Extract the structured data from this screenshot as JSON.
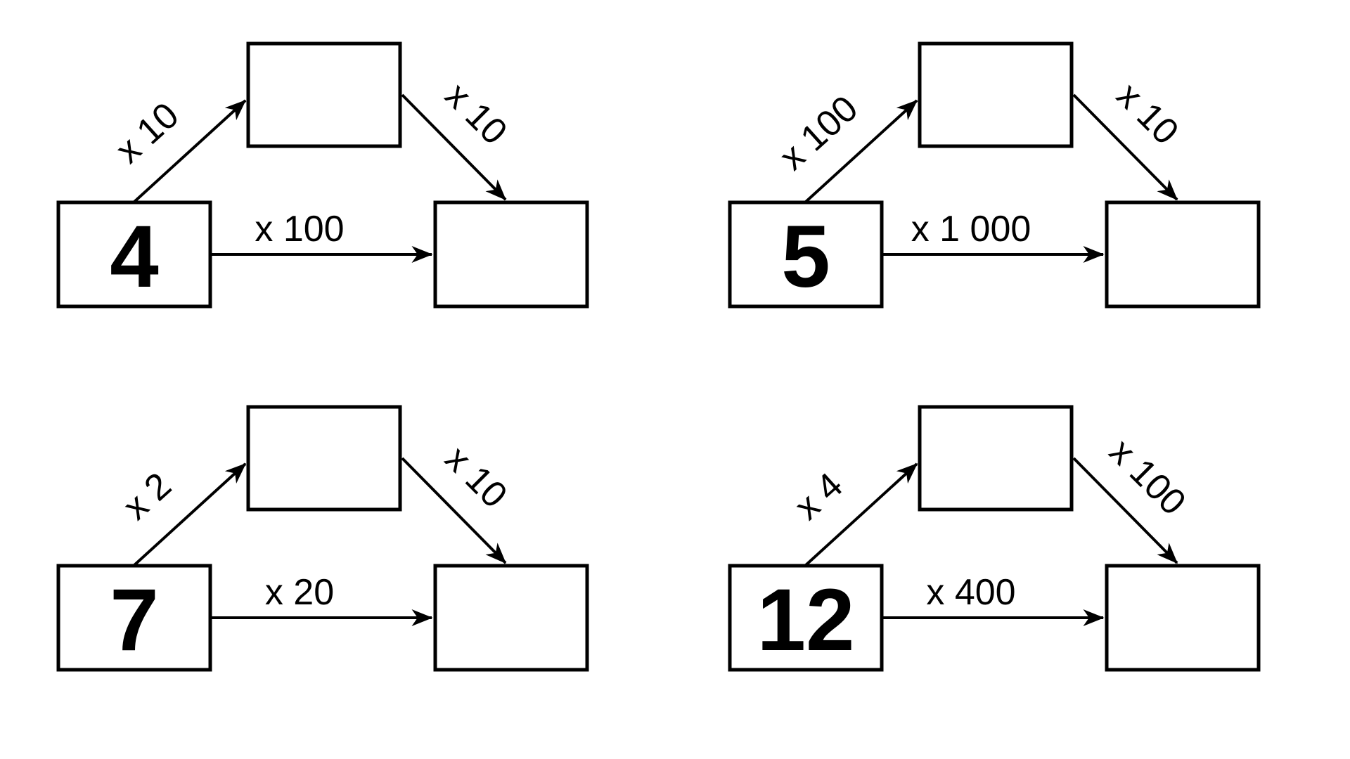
{
  "page": {
    "background_color": "#ffffff",
    "ink_color": "#000000",
    "description": "Four multiplication two-step flow diagrams with empty answer boxes"
  },
  "diagrams": [
    {
      "name": "diagram-start-4",
      "start_value": "4",
      "up_label": "x 10",
      "down_label": "x 10",
      "direct_label": "x 100"
    },
    {
      "name": "diagram-start-5",
      "start_value": "5",
      "up_label": "x 100",
      "down_label": "x 10",
      "direct_label": "x 1 000"
    },
    {
      "name": "diagram-start-7",
      "start_value": "7",
      "up_label": "x 2",
      "down_label": "x 10",
      "direct_label": "x 20"
    },
    {
      "name": "diagram-start-12",
      "start_value": "12",
      "up_label": "x 4",
      "down_label": "x 100",
      "direct_label": "x 400"
    }
  ]
}
